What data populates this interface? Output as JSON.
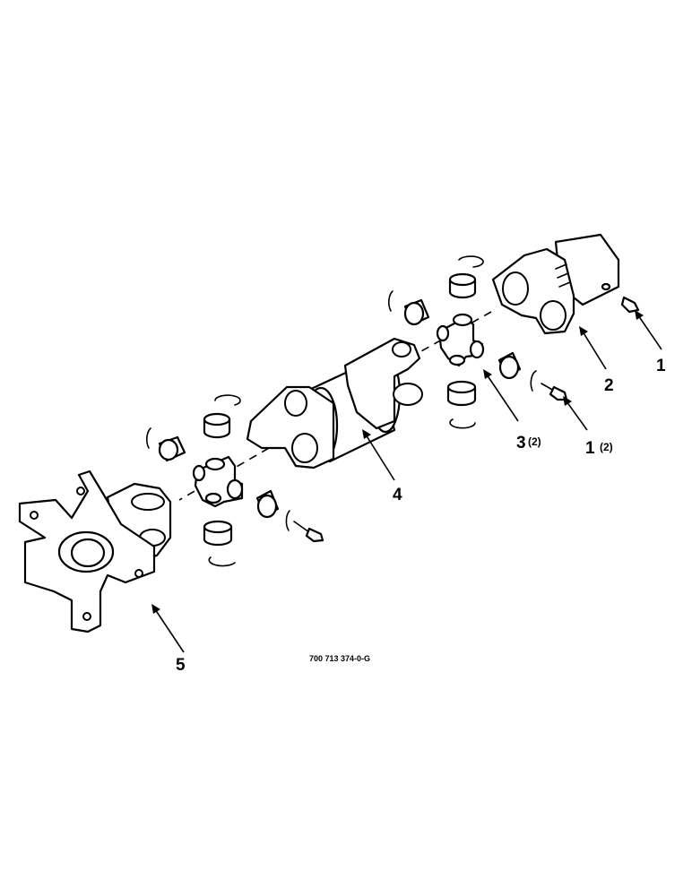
{
  "diagram": {
    "callouts": [
      {
        "id": "1a",
        "number": "1",
        "qty": ""
      },
      {
        "id": "2",
        "number": "2",
        "qty": ""
      },
      {
        "id": "3",
        "number": "3",
        "qty": "(2)"
      },
      {
        "id": "1b",
        "number": "1",
        "qty": "(2)"
      },
      {
        "id": "4",
        "number": "4",
        "qty": ""
      },
      {
        "id": "5",
        "number": "5",
        "qty": ""
      }
    ],
    "figure_code": "700 713 374-0-G"
  }
}
